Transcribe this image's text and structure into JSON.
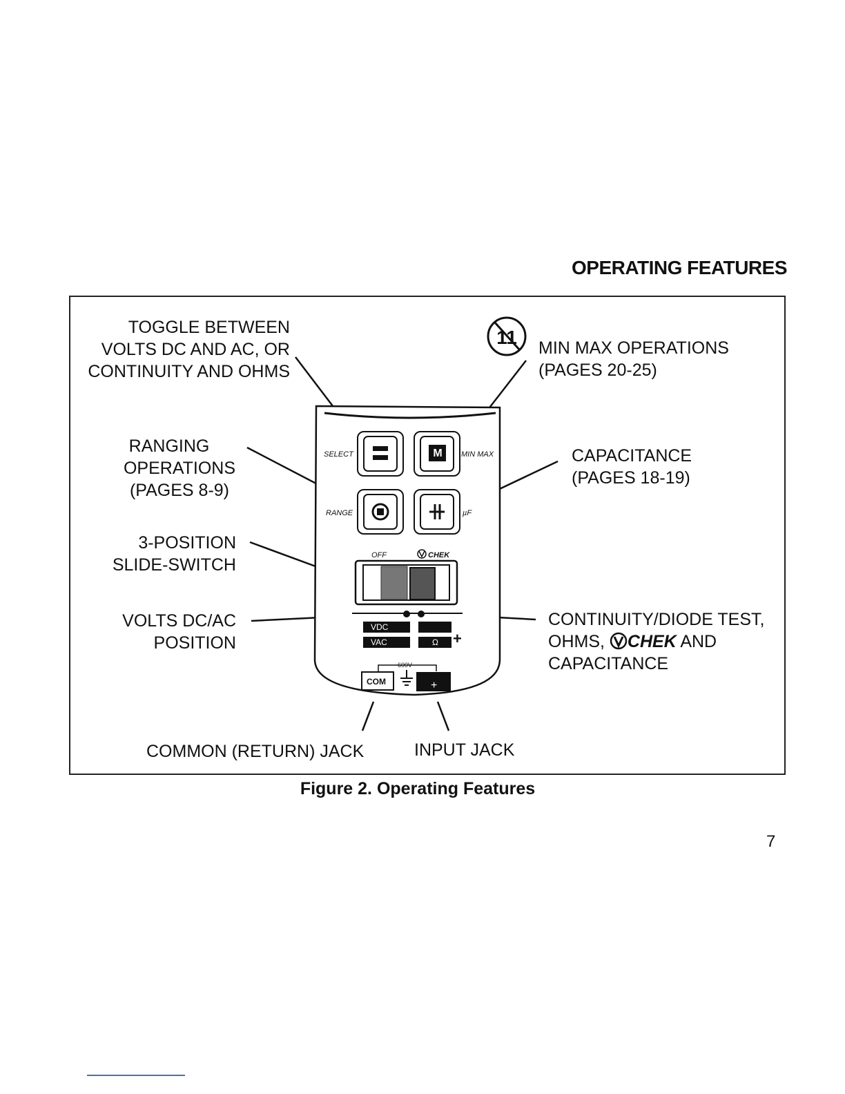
{
  "header": {
    "title": "OPERATING FEATURES"
  },
  "labels": {
    "toggle": [
      "TOGGLE BETWEEN",
      "VOLTS DC AND AC, OR",
      "CONTINUITY AND OHMS"
    ],
    "minmax": [
      "MIN MAX OPERATIONS",
      "(PAGES 20-25)"
    ],
    "ranging": [
      "RANGING",
      "OPERATIONS",
      "(PAGES 8-9)"
    ],
    "capacitance": [
      "CAPACITANCE",
      "(PAGES 18-19)"
    ],
    "slide": [
      "3-POSITION",
      "SLIDE-SWITCH"
    ],
    "volts": [
      "VOLTS DC/AC",
      "POSITION"
    ],
    "continuity": [
      "CONTINUITY/DIODE TEST,",
      "OHMS,",
      "CHEK",
      "AND",
      "CAPACITANCE"
    ],
    "common_jack": "COMMON (RETURN) JACK",
    "input_jack": "INPUT JACK"
  },
  "device": {
    "select_label": "SELECT",
    "minmax_label": "MIN MAX",
    "range_label": "RANGE",
    "uf_label": "µF",
    "minmax_key": "M",
    "off_label": "OFF",
    "chek_label": "CHEK",
    "vdc": "VDC",
    "vac": "VAC",
    "ohm": "Ω",
    "v600": "600V",
    "com": "COM",
    "plus": "+"
  },
  "figure": {
    "caption": "Figure 2. Operating Features"
  },
  "page": {
    "number": "7"
  }
}
